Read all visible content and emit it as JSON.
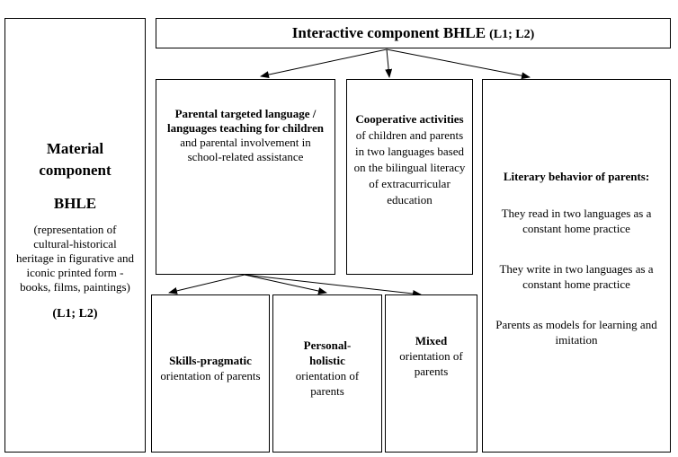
{
  "material": {
    "title_1": "Material",
    "title_2": "component",
    "title_3": "BHLE",
    "desc": "(representation of cultural-historical heritage in figurative and iconic printed form - books, films, paintings)",
    "lang": "(L1; L2)"
  },
  "interactive": {
    "title": "Interactive component BHLE",
    "lang": "(L1; L2)"
  },
  "parental": {
    "bold": "Parental targeted language / languages teaching for children",
    "rest": "and parental involvement in school-related assistance"
  },
  "cooperative": {
    "bold": "Cooperative activities",
    "rest": "of children and parents in two languages based on the bilingual literacy of extracurricular education"
  },
  "literary": {
    "title": "Literary behavior of parents:",
    "item1": "They read in two languages as a constant home practice",
    "item2": "They write in two languages as a constant home practice",
    "item3": "Parents as models for learning and imitation"
  },
  "skills": {
    "bold": "Skills-pragmatic",
    "rest": "orientation of parents"
  },
  "personal": {
    "bold": "Personal-holistic",
    "rest": "orientation of parents"
  },
  "mixed": {
    "bold": "Mixed",
    "rest": "orientation of parents"
  },
  "colors": {
    "stroke": "#000000",
    "background": "#ffffff"
  }
}
